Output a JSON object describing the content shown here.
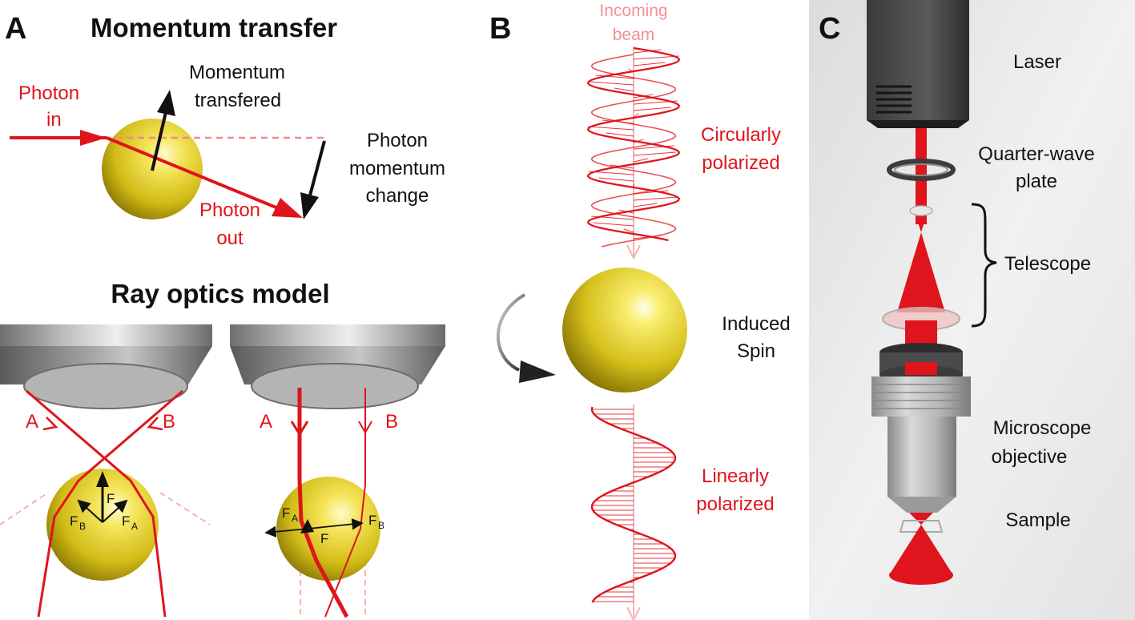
{
  "panels": {
    "a": "A",
    "b": "B",
    "c": "C"
  },
  "panel_a": {
    "title_top": "Momentum transfer",
    "photon_in": [
      "Photon",
      "in"
    ],
    "momentum_transfered": [
      "Momentum",
      "transfered"
    ],
    "photon_momentum_change": [
      "Photon",
      "momentum",
      "change"
    ],
    "photon_out": [
      "Photon",
      "out"
    ],
    "title_bottom": "Ray optics model",
    "left": {
      "ray_a": "A",
      "ray_b": "B",
      "force": "F",
      "force_b": [
        "F",
        "B"
      ],
      "force_a": [
        "F",
        "A"
      ]
    },
    "right": {
      "ray_a": "A",
      "ray_b": "B",
      "force": "F",
      "force_a": [
        "F",
        "A"
      ],
      "force_b": [
        "F",
        "B"
      ]
    }
  },
  "panel_b": {
    "incoming_beam": [
      "Incoming",
      "beam"
    ],
    "circular": [
      "Circularly",
      "polarized"
    ],
    "spin": [
      "Induced",
      "Spin"
    ],
    "linear": [
      "Linearly",
      "polarized"
    ]
  },
  "panel_c": {
    "laser": "Laser",
    "qwp": [
      "Quarter-wave",
      "plate"
    ],
    "telescope": "Telescope",
    "objective": [
      "Microscope",
      "objective"
    ],
    "sample": "Sample"
  },
  "colors": {
    "beam": "#e0141c",
    "pale_beam": "#f3909a",
    "bead": "#d8c21a",
    "metal": "#9a9a9a"
  }
}
